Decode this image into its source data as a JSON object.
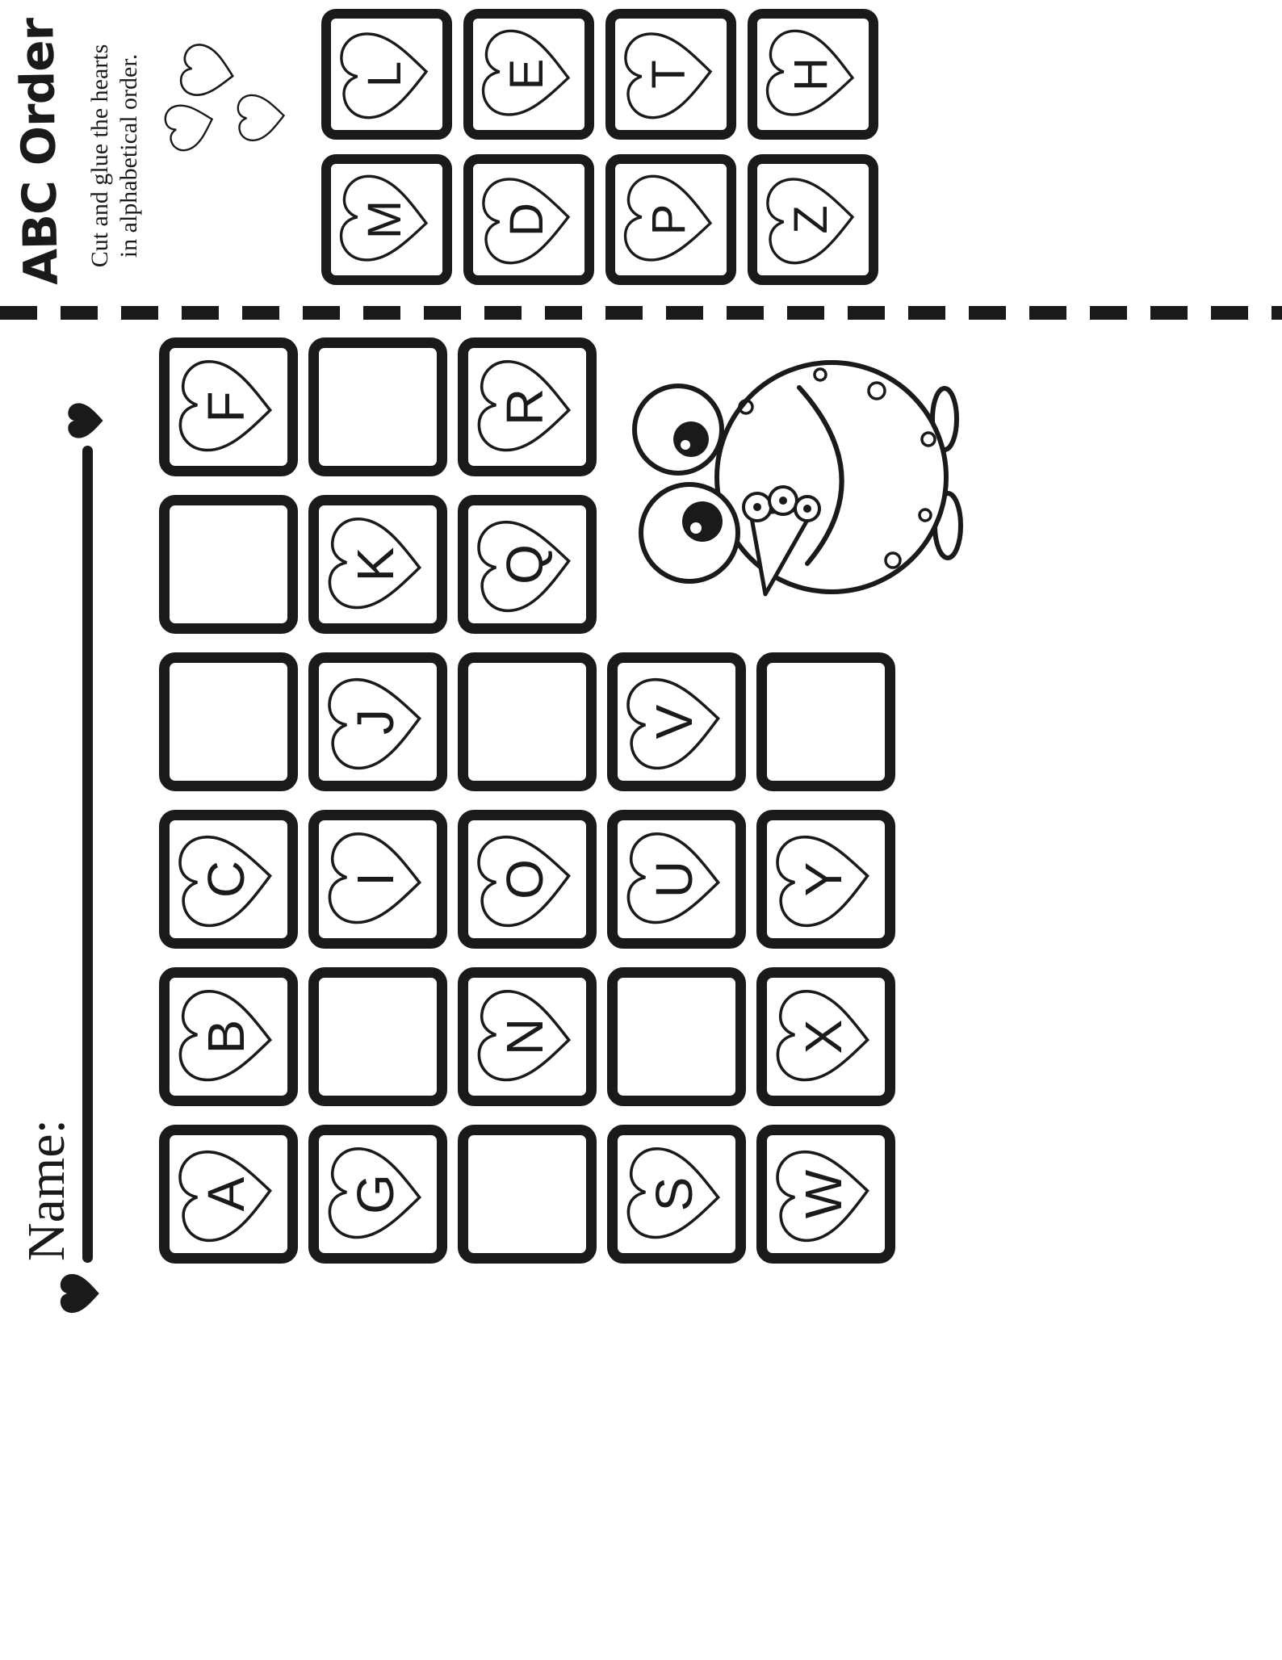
{
  "page": {
    "title": "ABC Order",
    "subtitle_line1": "Cut and glue the hearts",
    "subtitle_line2": "in alphabetical order.",
    "name_label": "Name:"
  },
  "cut_hearts": [
    [
      "M",
      "L"
    ],
    [
      "D",
      "E"
    ],
    [
      "P",
      "T"
    ],
    [
      "Z",
      "H"
    ]
  ],
  "grid_rows": [
    [
      "A",
      "B",
      "C",
      "",
      "",
      "F"
    ],
    [
      "G",
      "",
      "I",
      "J",
      "K",
      ""
    ],
    [
      "",
      "N",
      "O",
      "",
      "Q",
      "R"
    ],
    [
      "S",
      "",
      "U",
      "V"
    ],
    [
      "W",
      "X",
      "Y",
      ""
    ]
  ],
  "colors": {
    "ink": "#1a1a1a",
    "paper": "#ffffff"
  }
}
